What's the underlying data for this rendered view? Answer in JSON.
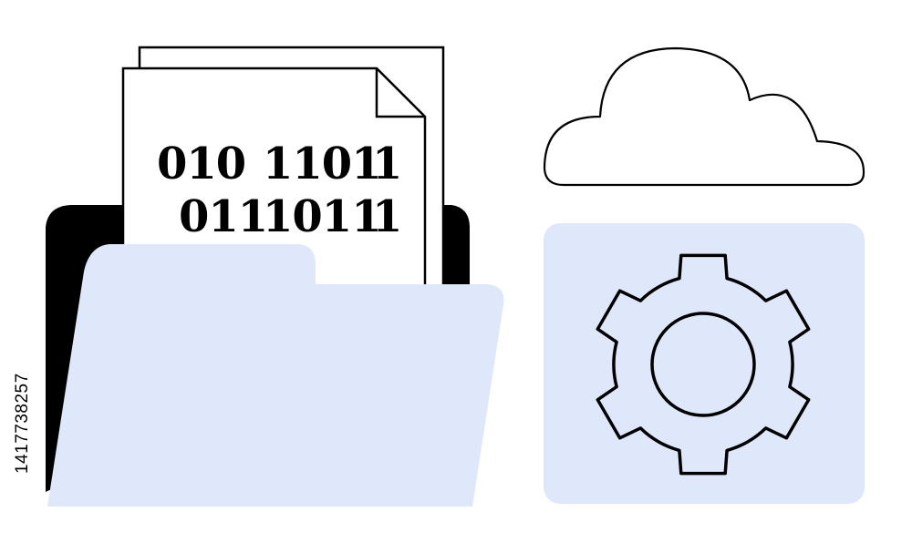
{
  "illustration": {
    "binary_rows": [
      [
        "010",
        "1101",
        "1"
      ],
      [
        "011",
        "1011",
        "1"
      ]
    ],
    "stock_id": "1417738257"
  },
  "colors": {
    "outline": "#000000",
    "paper": "#ffffff",
    "folder_fill": "#dfe7fa",
    "panel_fill": "#dfe7fa",
    "folder_back": "#000000"
  },
  "icons": {
    "folder": "folder-icon",
    "document": "document-icon",
    "cloud": "cloud-icon",
    "gear": "gear-icon"
  }
}
